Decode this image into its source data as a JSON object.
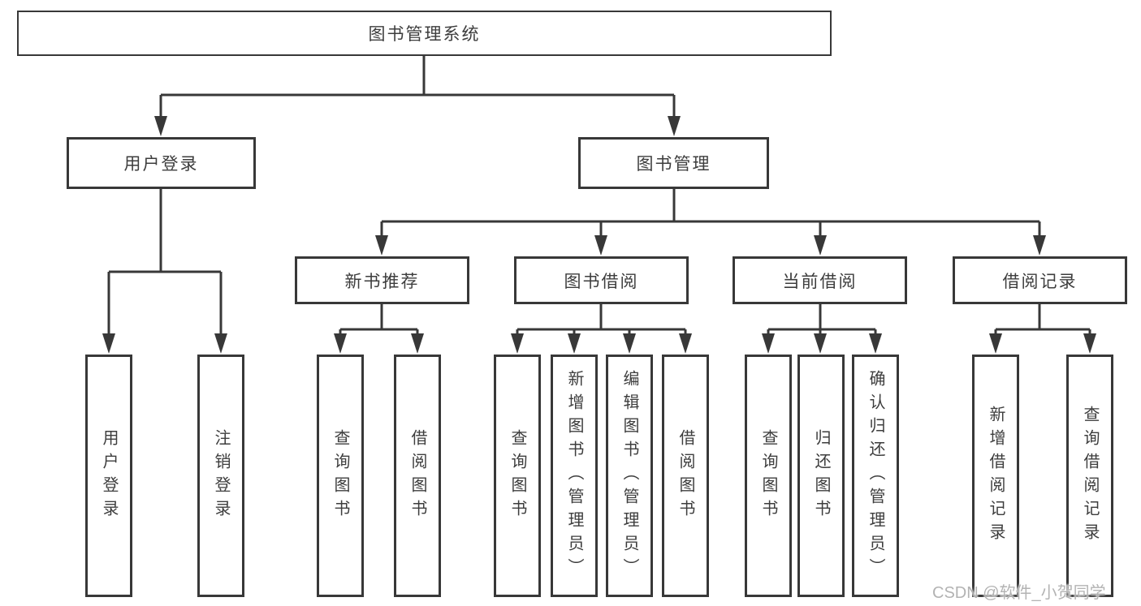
{
  "tree": {
    "label": "图书管理系统",
    "children": [
      {
        "label": "用户登录",
        "children": [
          {
            "label": "用户登录"
          },
          {
            "label": "注销登录"
          }
        ]
      },
      {
        "label": "图书管理",
        "children": [
          {
            "label": "新书推荐",
            "children": [
              {
                "label": "查询图书"
              },
              {
                "label": "借阅图书"
              }
            ]
          },
          {
            "label": "图书借阅",
            "children": [
              {
                "label": "查询图书"
              },
              {
                "label": "新增图书（管理员）"
              },
              {
                "label": "编辑图书（管理员）"
              },
              {
                "label": "借阅图书"
              }
            ]
          },
          {
            "label": "当前借阅",
            "children": [
              {
                "label": "查询图书"
              },
              {
                "label": "归还图书"
              },
              {
                "label": "确认归还（管理员）"
              }
            ]
          },
          {
            "label": "借阅记录",
            "children": [
              {
                "label": "新增借阅记录"
              },
              {
                "label": "查询借阅记录"
              }
            ]
          }
        ]
      }
    ]
  },
  "watermark": {
    "text": "CSDN @软件_小贺同学"
  },
  "colors": {
    "line": "#383838",
    "text": "#3d3d3d",
    "box_border": "#383838",
    "background": "#ffffff",
    "watermark": "#afafaf"
  }
}
